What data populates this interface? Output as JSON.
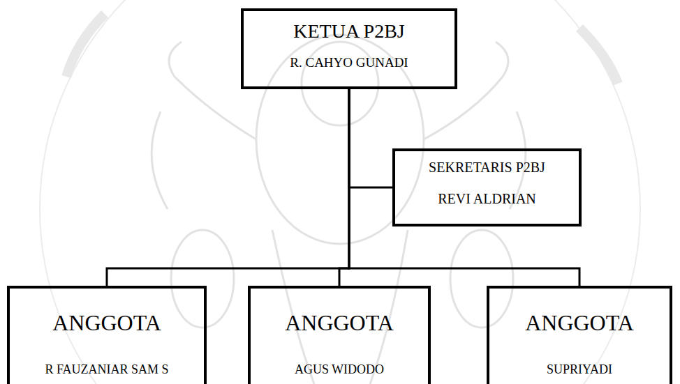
{
  "diagram": {
    "nodes": [
      {
        "text": [
          "KETUA P2BJ",
          "R. CAHYO GUNADI"
        ]
      },
      {
        "text": [
          "SEKRETARIS P2BJ",
          "REVI ALDRIAN"
        ]
      },
      {
        "text": [
          "ANGGOTA",
          "R FAUZANIAR SAM S"
        ]
      },
      {
        "text": [
          "ANGGOTA",
          "AGUS WIDODO"
        ]
      },
      {
        "text": [
          "ANGGOTA",
          "SUPRIYADI"
        ]
      }
    ],
    "edges": [
      {
        "from": 0,
        "to": 1,
        "arrow": "none"
      },
      {
        "from": 0,
        "to": 2,
        "arrow": "none"
      },
      {
        "from": 0,
        "to": 3,
        "arrow": "none"
      },
      {
        "from": 0,
        "to": 4,
        "arrow": "none"
      }
    ]
  }
}
